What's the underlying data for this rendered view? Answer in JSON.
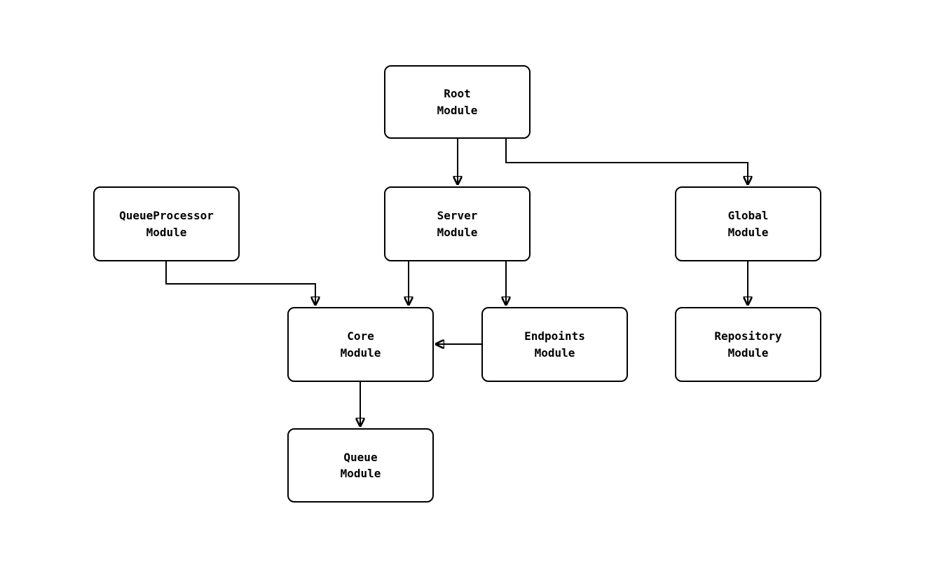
{
  "diagram": {
    "type": "dependency-graph",
    "background_color": "#ffffff",
    "node_border_color": "#000000",
    "node_fill_color": "#ffffff",
    "edge_color": "#000000",
    "nodes": [
      {
        "id": "root",
        "label": "Root\nModule"
      },
      {
        "id": "queueprocessor",
        "label": "QueueProcessor\nModule"
      },
      {
        "id": "server",
        "label": "Server\nModule"
      },
      {
        "id": "global",
        "label": "Global\nModule"
      },
      {
        "id": "core",
        "label": "Core\nModule"
      },
      {
        "id": "endpoints",
        "label": "Endpoints\nModule"
      },
      {
        "id": "repository",
        "label": "Repository\nModule"
      },
      {
        "id": "queue",
        "label": "Queue\nModule"
      }
    ],
    "edges": [
      {
        "from": "root",
        "to": "server"
      },
      {
        "from": "root",
        "to": "global"
      },
      {
        "from": "queueprocessor",
        "to": "core"
      },
      {
        "from": "server",
        "to": "core"
      },
      {
        "from": "server",
        "to": "endpoints"
      },
      {
        "from": "endpoints",
        "to": "core"
      },
      {
        "from": "global",
        "to": "repository"
      },
      {
        "from": "core",
        "to": "queue"
      }
    ]
  }
}
